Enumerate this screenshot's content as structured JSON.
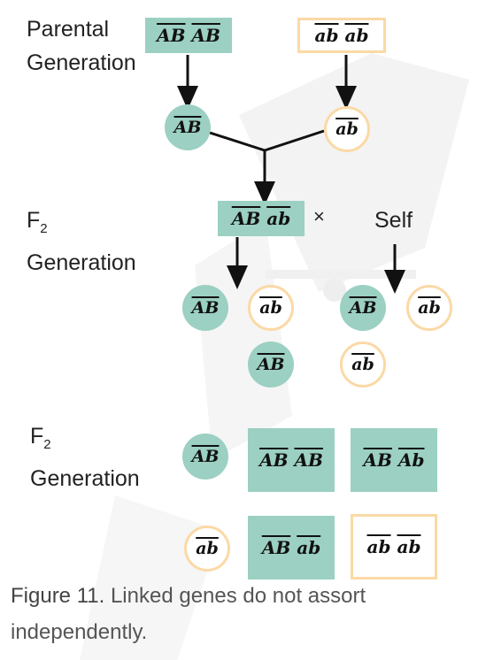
{
  "labels": {
    "parental_1": "Parental",
    "parental_2": "Generation",
    "f2_a_letter": "F",
    "f2_a_sub": "2",
    "f2_a_word": "Generation",
    "f2_b_letter": "F",
    "f2_b_sub": "2",
    "f2_b_word": "Generation",
    "self": "Self",
    "cross": "×"
  },
  "genotypes": {
    "AB": "AB",
    "ab": "ab",
    "Ab": "Ab"
  },
  "caption": {
    "figure": "Figure 11.",
    "text": "Linked genes do not assort independently."
  },
  "colors": {
    "teal": "#9bd0c2",
    "peach": "#fbd9a6"
  }
}
